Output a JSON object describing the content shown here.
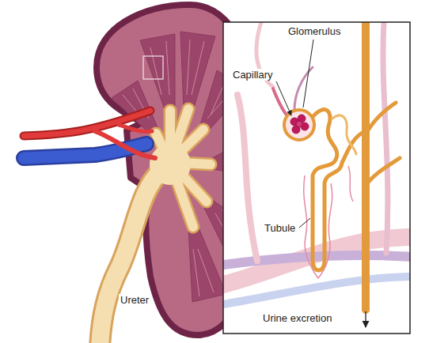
{
  "diagram": {
    "labels": [
      "Glomerulus",
      "Capillary",
      "Tubule",
      "Ureter",
      "Urine excretion"
    ]
  }
}
